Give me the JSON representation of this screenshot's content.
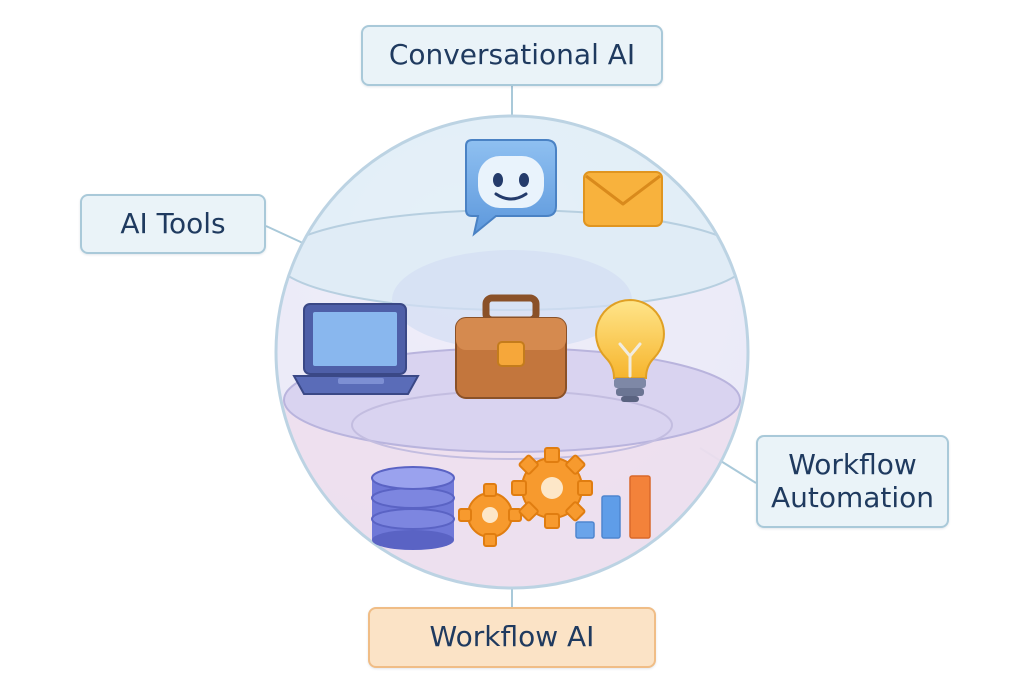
{
  "labels": {
    "conversational_ai": "Conversational AI",
    "ai_tools": "AI Tools",
    "workflow_automation_line1": "Workflow",
    "workflow_automation_line2": "Automation",
    "workflow_ai": "Workflow AI"
  },
  "colors": {
    "label_bg": "#eaf3f8",
    "label_border": "#a9c9d9",
    "label_text": "#1f3a5f",
    "highlight_bg": "#fbe3c6",
    "highlight_border": "#f0bd86",
    "top_layer": "#dcebf5",
    "middle_layer": "#ddd8f3",
    "bottom_layer": "#ecdcec",
    "accent_orange": "#f79a2e",
    "accent_blue": "#5f9de8"
  },
  "icons": {
    "top_layer": [
      "chat-bot-icon",
      "envelope-icon"
    ],
    "middle_layer": [
      "laptop-icon",
      "briefcase-icon",
      "lightbulb-icon"
    ],
    "bottom_layer": [
      "database-icon",
      "gears-icon",
      "bar-chart-icon"
    ]
  }
}
